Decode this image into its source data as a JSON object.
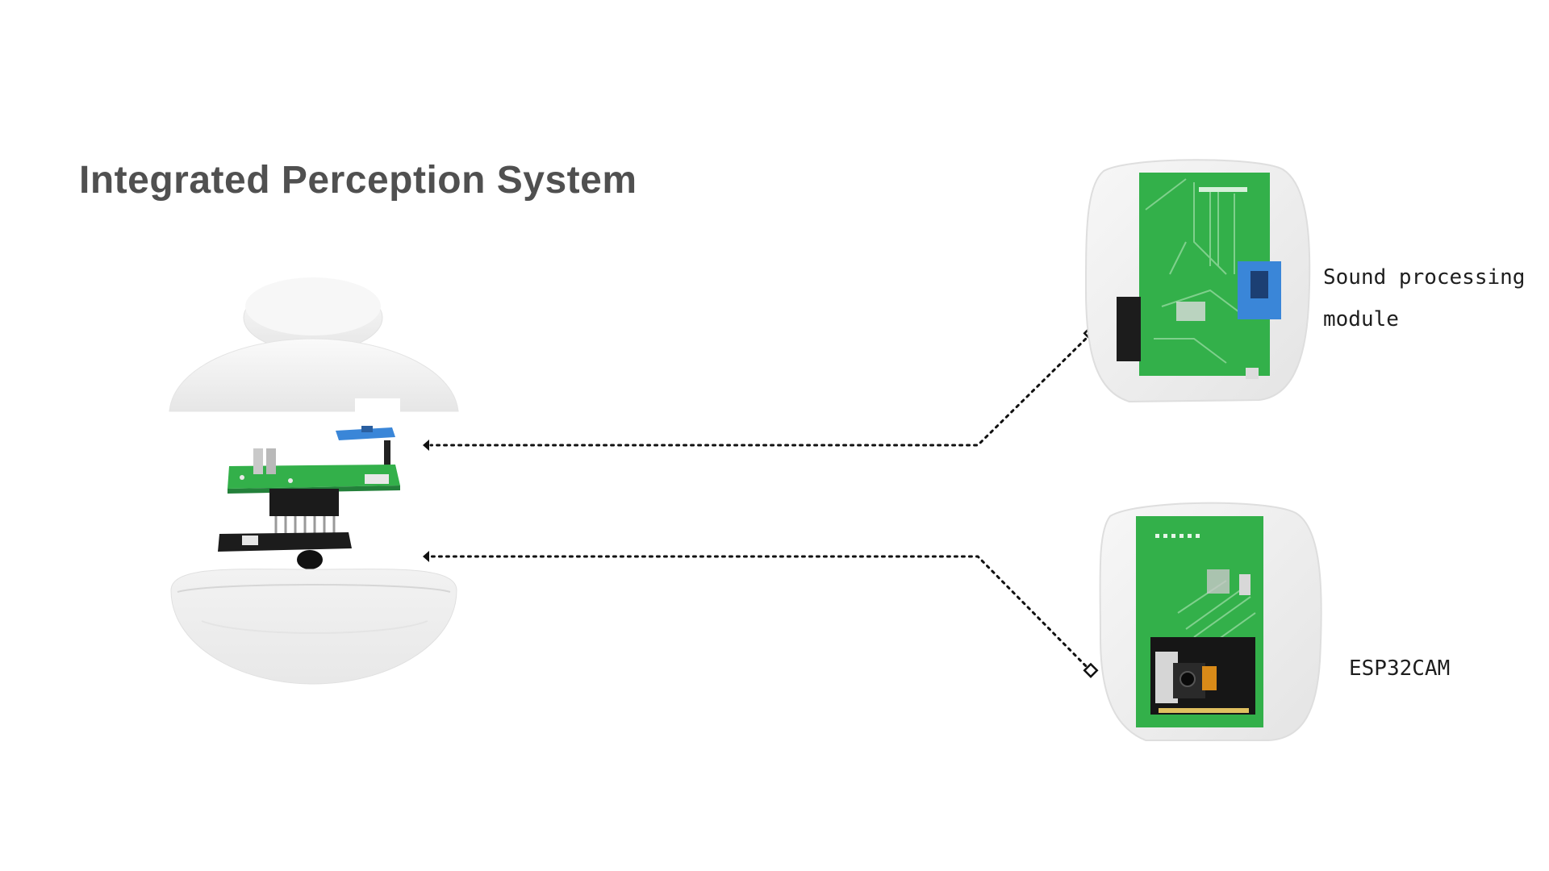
{
  "title": "Integrated Perception System",
  "labels": {
    "sound_module": "Sound processing module",
    "camera_module": "ESP32CAM"
  },
  "colors": {
    "title": "#505050",
    "pcb_green": "#33b04a",
    "module_blue": "#3a86d8",
    "shell": "#eeeeee",
    "connector_line": "#111111"
  }
}
